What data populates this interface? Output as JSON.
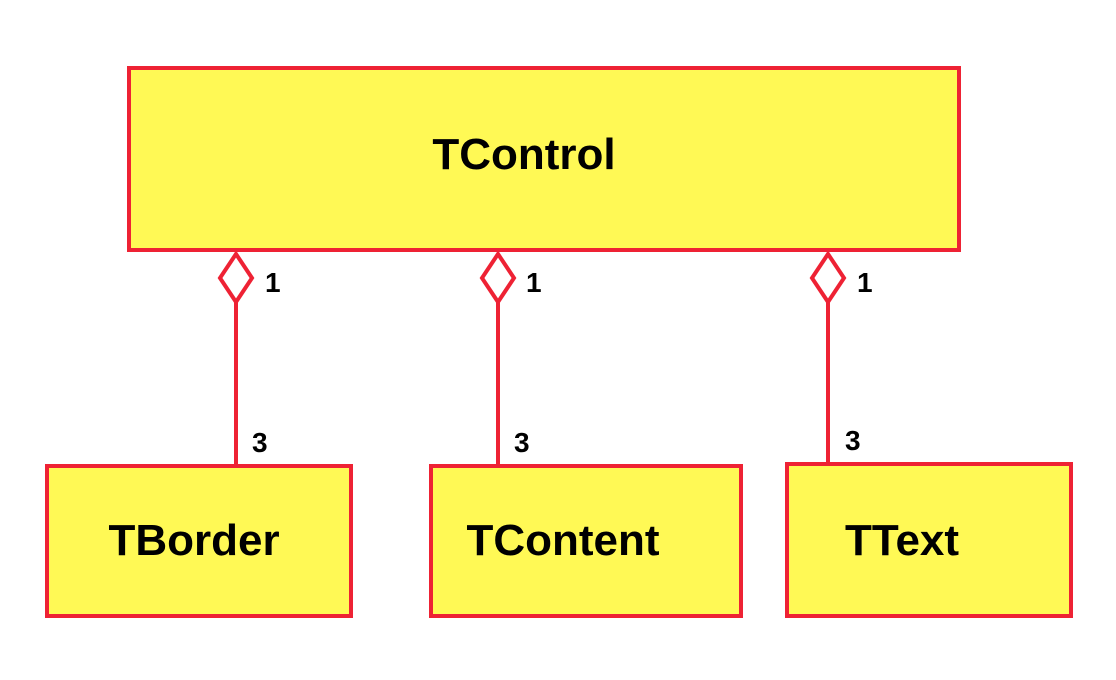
{
  "colors": {
    "box_fill": "#FFF955",
    "stroke": "#EE2234",
    "text": "#000000",
    "background": "#FFFFFF"
  },
  "parent": {
    "name": "TControl"
  },
  "children": [
    {
      "name": "TBorder",
      "parent_multiplicity": "1",
      "child_multiplicity": "3"
    },
    {
      "name": "TContent",
      "parent_multiplicity": "1",
      "child_multiplicity": "3"
    },
    {
      "name": "TText",
      "parent_multiplicity": "1",
      "child_multiplicity": "3"
    }
  ]
}
